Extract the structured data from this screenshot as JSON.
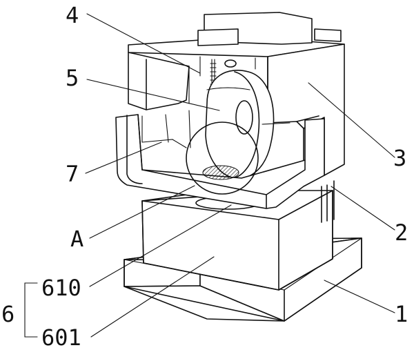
{
  "labels": {
    "l4": "4",
    "l5": "5",
    "l3": "3",
    "l7": "7",
    "l2": "2",
    "lA": "A",
    "l610": "610",
    "l6": "6",
    "l601": "601",
    "l1": "1"
  }
}
